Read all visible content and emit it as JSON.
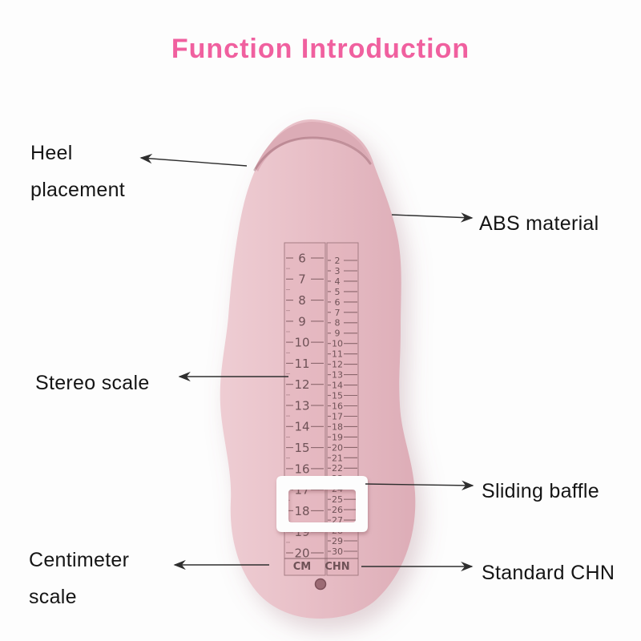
{
  "page": {
    "title": "Function Introduction"
  },
  "colors": {
    "title_pink": "#f0609f",
    "device_pink": "#e8bfc7",
    "device_pink_dark": "#ddadb7",
    "engraving": "#6f5257",
    "baffle_white": "#fdfdfd",
    "label_text": "#151515"
  },
  "annotations": {
    "heel_placement": {
      "label": "Heel\nplacement"
    },
    "abs_material": {
      "label": "ABS material"
    },
    "stereo_scale": {
      "label": "Stereo scale"
    },
    "sliding_baffle": {
      "label": "Sliding baffle"
    },
    "centimeter_scale": {
      "label": "Centimeter\nscale"
    },
    "standard_chn": {
      "label": "Standard CHN"
    }
  },
  "device": {
    "cm_scale": {
      "unit_label": "CM",
      "values": [
        6,
        7,
        8,
        9,
        10,
        11,
        12,
        13,
        14,
        15,
        16,
        17,
        18,
        19,
        20
      ]
    },
    "chn_scale": {
      "unit_label": "CHN",
      "values": [
        2,
        3,
        4,
        5,
        6,
        7,
        8,
        9,
        10,
        11,
        12,
        13,
        14,
        15,
        16,
        17,
        18,
        19,
        20,
        21,
        22,
        23,
        24,
        25,
        26,
        27,
        28,
        29,
        30
      ]
    }
  }
}
